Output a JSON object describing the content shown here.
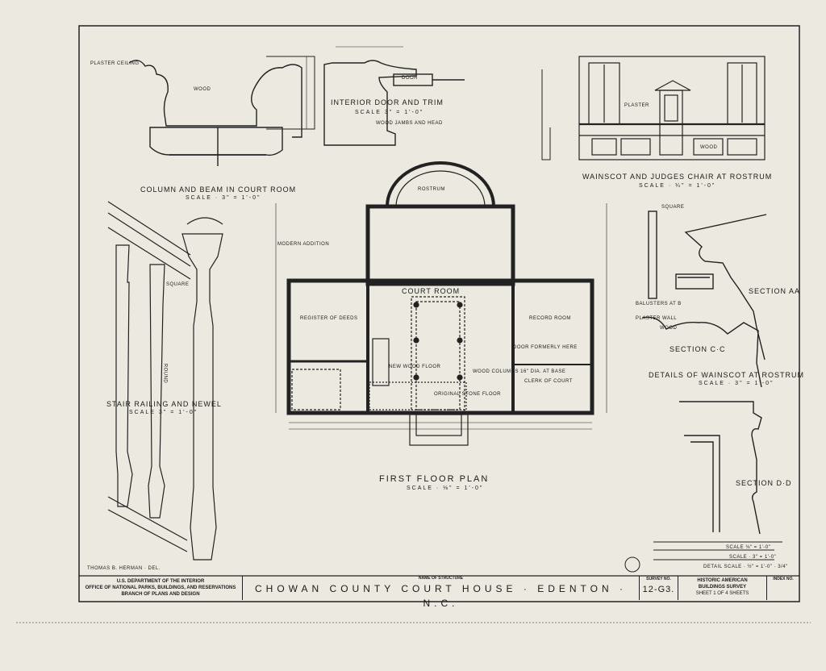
{
  "drawings": {
    "column_beam": {
      "title": "COLUMN AND BEAM IN COURT ROOM",
      "scale": "SCALE · 3\" = 1'-0\"",
      "plaster_ceiling": "PLASTER CEILING",
      "wood": "WOOD"
    },
    "interior_door": {
      "title": "INTERIOR DOOR AND TRIM",
      "scale": "SCALE 3\" = 1'-0\"",
      "door": "DOOR",
      "jambs": "WOOD JAMBS AND HEAD"
    },
    "wainscot_chair": {
      "title": "WAINSCOT AND JUDGES CHAIR AT ROSTRUM",
      "scale": "SCALE · ¼\" = 1'-0\"",
      "plaster": "PLASTER",
      "wood": "WOOD"
    },
    "stair": {
      "title": "STAIR RAILING AND NEWEL",
      "scale": "SCALE 3\" = 1'-0\"",
      "square": "SQUARE",
      "round": "ROUND"
    },
    "floor_plan": {
      "title": "FIRST FLOOR PLAN",
      "scale": "SCALE · ⅛\" = 1'-0\"",
      "rostrum": "ROSTRUM",
      "court_room": "COURT ROOM",
      "register": "REGISTER OF DEEDS",
      "record_room": "RECORD ROOM",
      "clerk": "CLERK OF COURT",
      "new_floor": "NEW WOOD FLOOR",
      "orig_floor": "ORIGINAL STONE FLOOR",
      "modern_addition": "MODERN ADDITION",
      "door_formerly": "DOOR FORMERLY HERE",
      "wood_columns": "WOOD COLUMNS 16\" DIA. AT BASE"
    },
    "sections": {
      "section_aa": "SECTION AA",
      "balusters": "BALUSTERS AT B",
      "plaster_wall": "PLASTER WALL",
      "wood": "WOOD",
      "section_cc": "SECTION C·C",
      "details_title": "DETAILS OF WAINSCOT AT ROSTRUM",
      "details_scale": "SCALE · 3\" = 1'-0\"",
      "section_dd": "SECTION D·D",
      "square": "SQUARE"
    },
    "scale_bar": {
      "s1": "SCALE ⅛\" = 1'-0\"",
      "s2": "SCALE · 3\" = 1'-0\"",
      "s3": "DETAIL SCALE · ½\" = 1'-0\" · 3/4\""
    }
  },
  "delineator": "THOMAS B. HERMAN · DEL.",
  "title_block": {
    "agency_1": "U.S. DEPARTMENT OF THE INTERIOR",
    "agency_2": "OFFICE OF NATIONAL PARKS, BUILDINGS, AND RESERVATIONS",
    "agency_3": "BRANCH OF PLANS AND DESIGN",
    "name_label": "NAME OF STRUCTURE",
    "structure_name": "CHOWAN COUNTY COURT HOUSE · EDENTON · N.C.",
    "survey_label": "SURVEY NO.",
    "survey_no": "12-G3.",
    "habs_1": "HISTORIC AMERICAN",
    "habs_2": "BUILDINGS SURVEY",
    "sheet_text": "SHEET 1 OF 4 SHEETS",
    "index_label": "INDEX NO."
  }
}
